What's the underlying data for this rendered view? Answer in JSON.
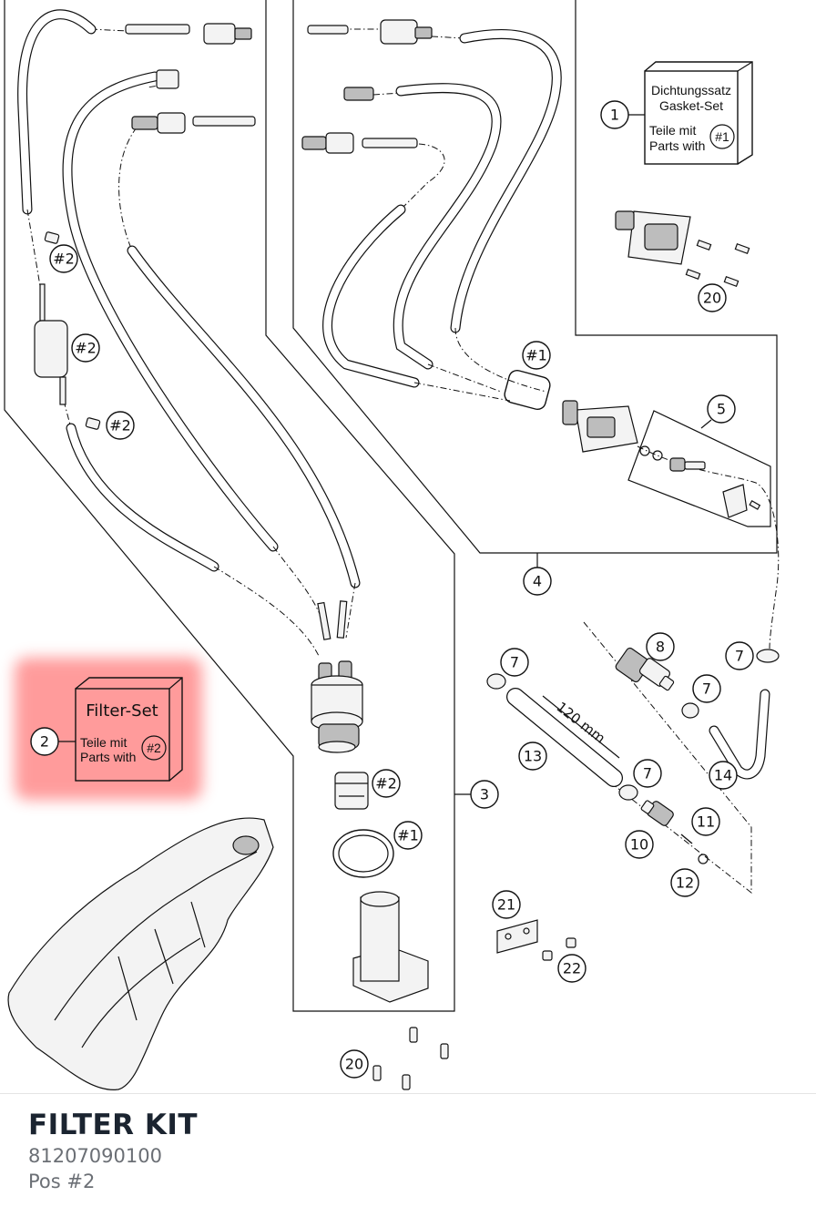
{
  "gasket_box": {
    "title_de": "Dichtungssatz",
    "title_en": "Gasket-Set",
    "parts_de": "Teile mit",
    "parts_en": "Parts with",
    "ref": "#1"
  },
  "filter_box": {
    "title": "Filter-Set",
    "parts_de": "Teile mit",
    "parts_en": "Parts with",
    "ref": "#2",
    "highlight_color": "#ff7a7a"
  },
  "dimension_label": "120 mm",
  "callouts": {
    "c1": "1",
    "c2": "2",
    "c3": "3",
    "c4": "4",
    "c5": "5",
    "c7a": "7",
    "c7b": "7",
    "c7c": "7",
    "c7d": "7",
    "c8": "8",
    "c10": "10",
    "c11": "11",
    "c12": "12",
    "c13": "13",
    "c14": "14",
    "c20a": "20",
    "c20b": "20",
    "c21": "21",
    "c22": "22",
    "r1a": "#1",
    "r1b": "#1",
    "r2a": "#2",
    "r2b": "#2",
    "r2c": "#2",
    "r2d": "#2"
  },
  "product": {
    "title": "FILTER KIT",
    "number": "81207090100",
    "position": "Pos #2"
  }
}
